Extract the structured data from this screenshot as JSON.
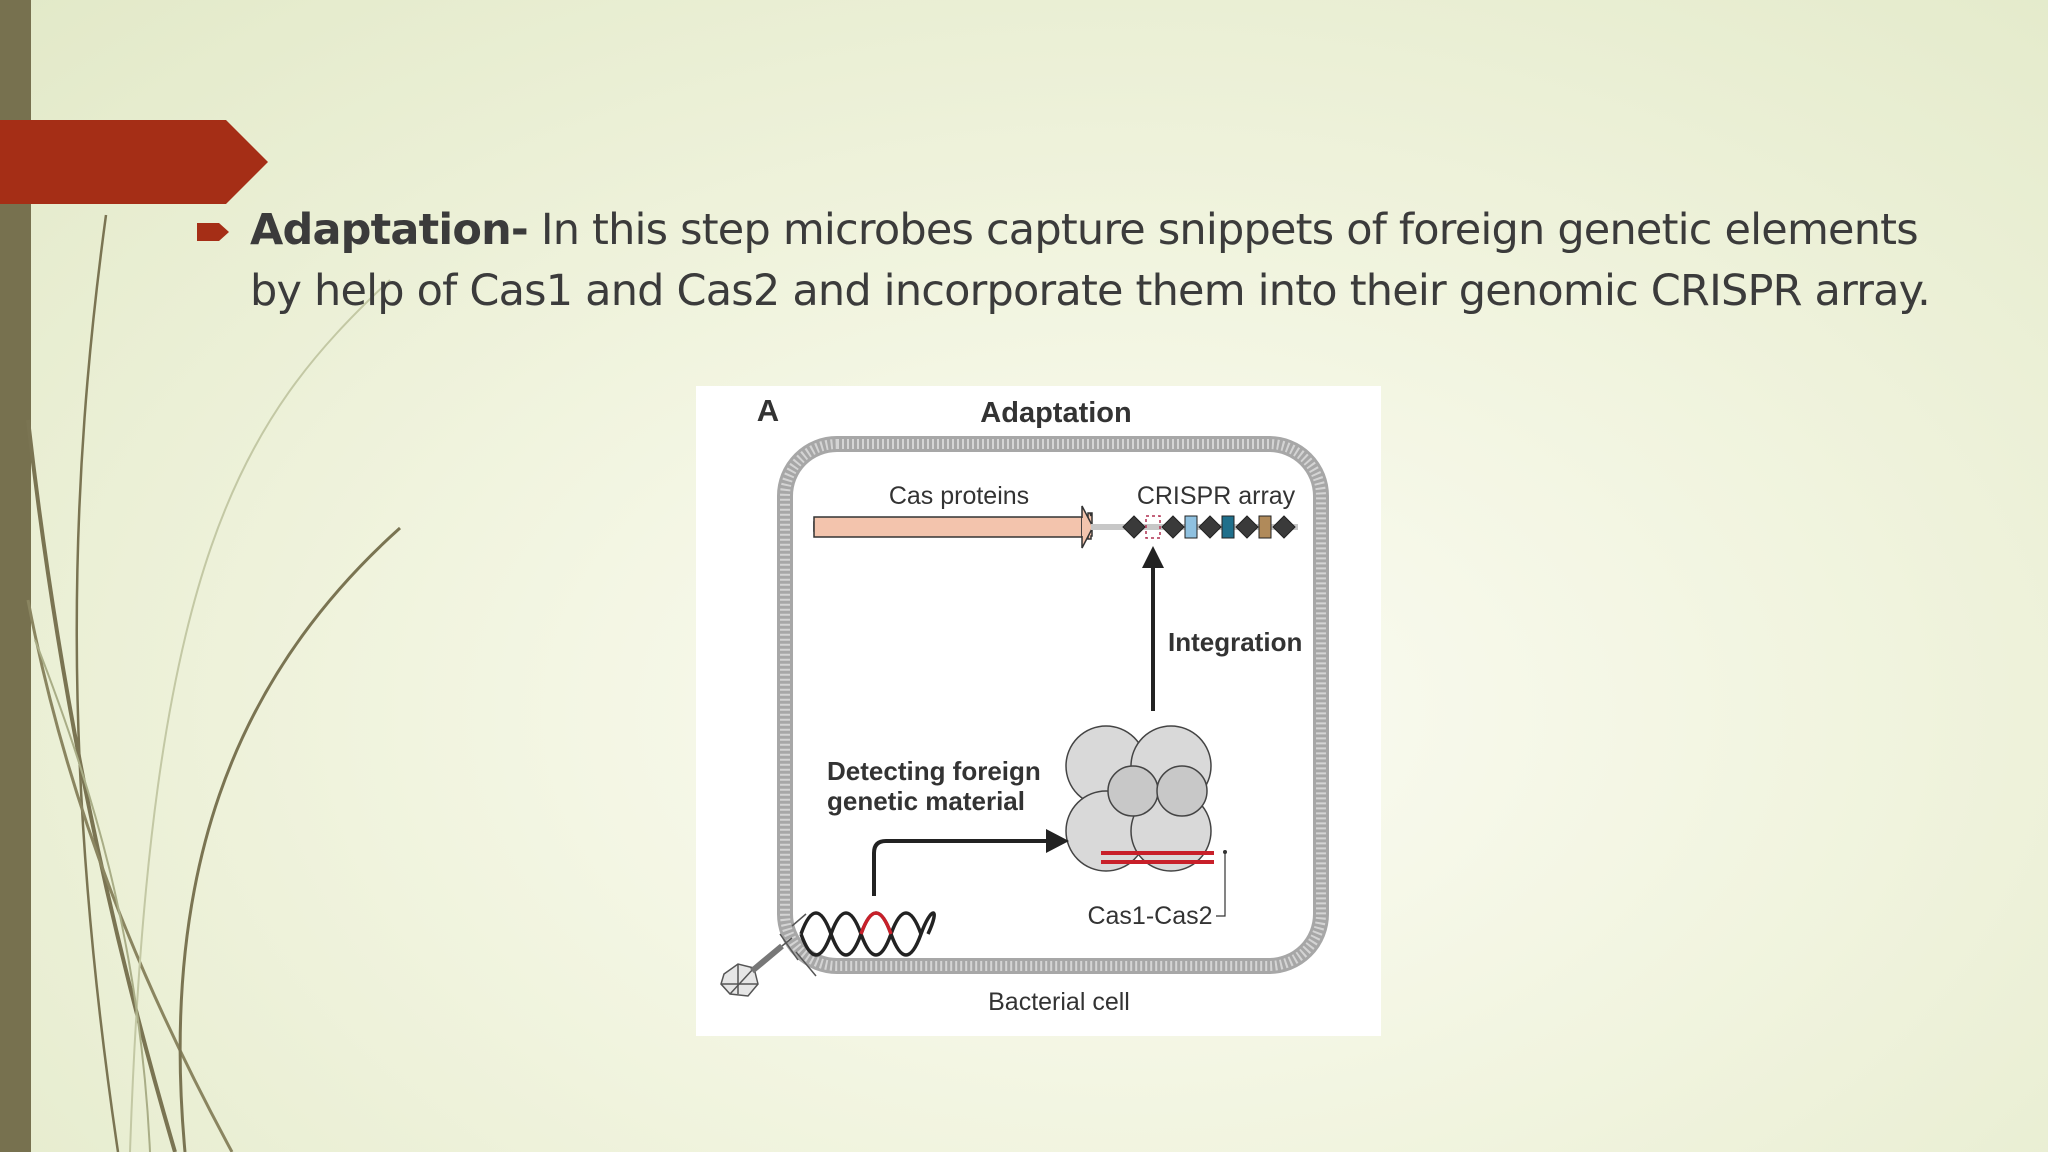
{
  "slide": {
    "bullet": {
      "term": "Adaptation-",
      "line1": "In this step microbes capture snippets of foreign genetic elements",
      "line2": "by help of Cas1 and Cas2 and incorporate them into their genomic CRISPR array."
    },
    "colors": {
      "accent_tab": "#a52e16",
      "left_bar": "#77714f",
      "swoosh": "#7a7452",
      "text": "#3b3b3b"
    }
  },
  "figure": {
    "panel_letter": "A",
    "title": "Adaptation",
    "cas_proteins": "Cas proteins",
    "crispr_array": "CRISPR array",
    "integration": "Integration",
    "detecting_line1": "Detecting foreign",
    "detecting_line2": "genetic material",
    "cas1_cas2": "Cas1-Cas2",
    "bacterial_cell": "Bacterial cell"
  }
}
